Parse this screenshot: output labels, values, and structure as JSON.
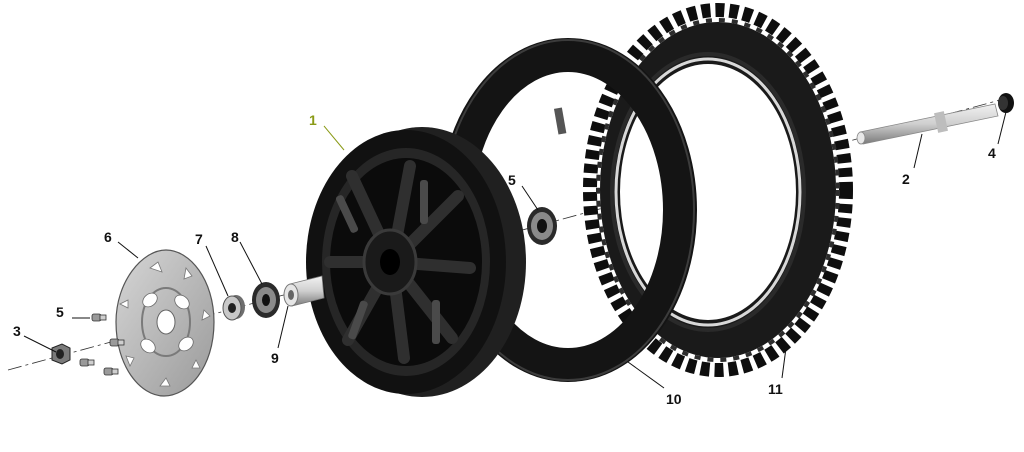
{
  "diagram": {
    "type": "exploded-parts-view",
    "subject": "front wheel assembly",
    "colors": {
      "part_dark": "#161616",
      "part_mid": "#3a3a3a",
      "part_light": "#b9b9b9",
      "disc": "#c4c4c4",
      "highlight_label": "#8a9a16",
      "label": "#111111"
    },
    "callouts": [
      {
        "id": "1",
        "text": "1",
        "part": "rim",
        "highlight": true
      },
      {
        "id": "2",
        "text": "2",
        "part": "axle"
      },
      {
        "id": "3",
        "text": "3",
        "part": "axle-nut"
      },
      {
        "id": "4",
        "text": "4",
        "part": "axle-cap"
      },
      {
        "id": "5a",
        "text": "5",
        "part": "bearing-right"
      },
      {
        "id": "5b",
        "text": "5",
        "part": "disc-bolts"
      },
      {
        "id": "6",
        "text": "6",
        "part": "brake-disc"
      },
      {
        "id": "7",
        "text": "7",
        "part": "spacer"
      },
      {
        "id": "8",
        "text": "8",
        "part": "bearing-left"
      },
      {
        "id": "9",
        "text": "9",
        "part": "distance-collar"
      },
      {
        "id": "10",
        "text": "10",
        "part": "inner-tube"
      },
      {
        "id": "11",
        "text": "11",
        "part": "tire"
      }
    ]
  }
}
